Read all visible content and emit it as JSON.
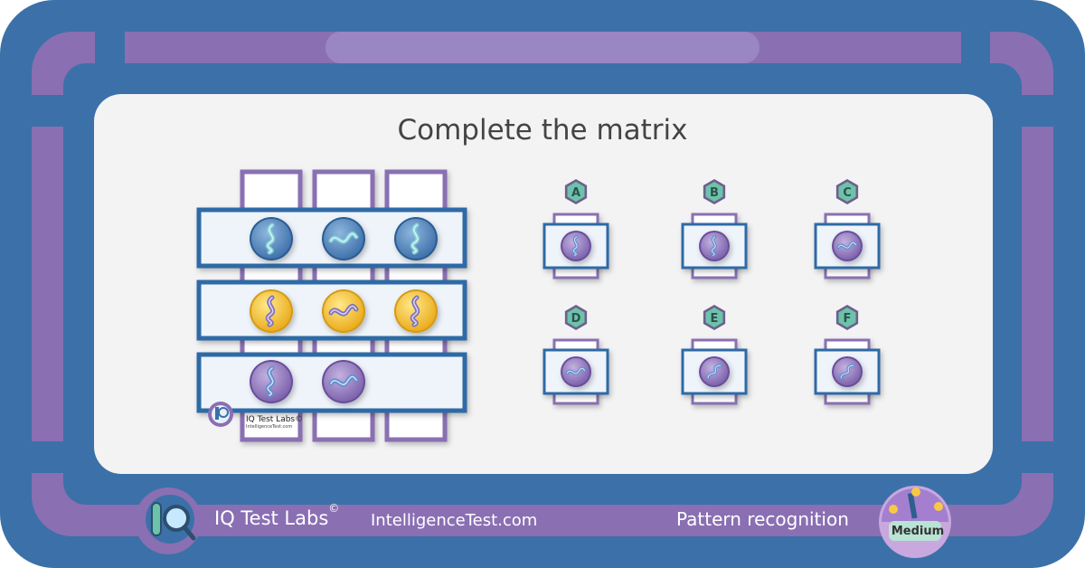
{
  "header": {
    "title": "Complete the matrix"
  },
  "footer": {
    "brand": "IQ Test Labs",
    "copyright_mark": "©",
    "site": "IntelligenceTest.com",
    "category": "Pattern recognition",
    "difficulty": "Medium"
  },
  "watermark": {
    "brand": "IQ Test Labs©",
    "site": "IntelligenceTest.com"
  },
  "colors": {
    "frame_blue": "#3b71a8",
    "frame_purple": "#8a6fb3",
    "card_bg": "#f3f3f4",
    "row1_disc": "#4d82bd",
    "row2_disc": "#f0c232",
    "row3_disc": "#8b72b8",
    "tile_border": "#2e6aa6",
    "badge_fill": "#6dc3a9"
  },
  "icons": {
    "logo": "iq-magnifier-logo",
    "difficulty_gauge": "gauge-with-faces-icon"
  },
  "matrix": {
    "rows": [
      {
        "color": "row1",
        "cells": [
          "vertical-wave",
          "horizontal-wave",
          "vertical-wave"
        ]
      },
      {
        "color": "row2",
        "cells": [
          "vertical-wave",
          "horizontal-wave",
          "vertical-wave"
        ]
      },
      {
        "color": "row3",
        "cells": [
          "vertical-wave",
          "horizontal-wave",
          "missing"
        ]
      }
    ]
  },
  "options": [
    {
      "letter": "A",
      "wave": "vertical-wave"
    },
    {
      "letter": "B",
      "wave": "vertical-wave-b"
    },
    {
      "letter": "C",
      "wave": "horizontal-wave"
    },
    {
      "letter": "D",
      "wave": "horizontal-wave-d"
    },
    {
      "letter": "E",
      "wave": "diagonal-wave"
    },
    {
      "letter": "F",
      "wave": "diagonal-wave-f"
    }
  ]
}
